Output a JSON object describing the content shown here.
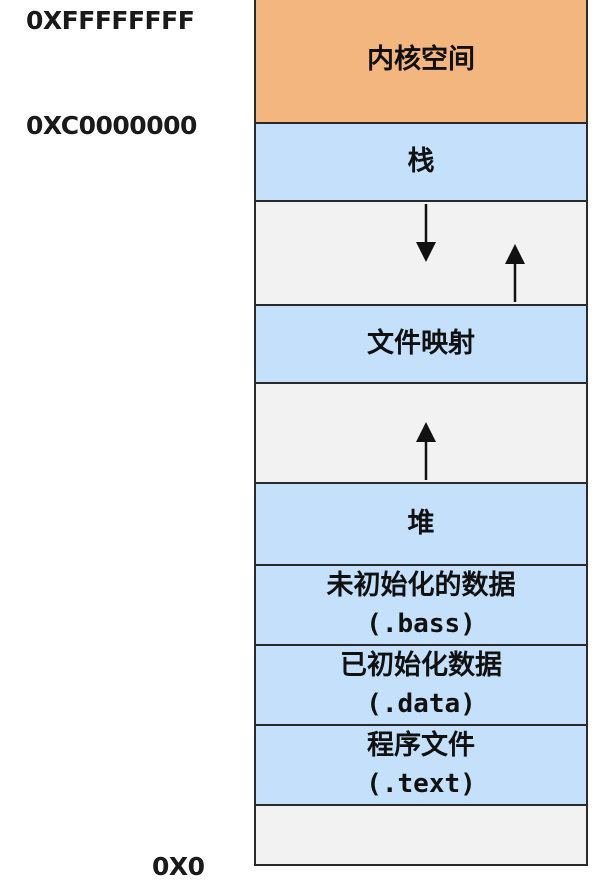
{
  "addresses": {
    "top": "0XFFFFFFFF",
    "kernel_start": "0XC0000000",
    "bottom": "0X0"
  },
  "segments": {
    "kernel": "内核空间",
    "stack": "栈",
    "mmap": "文件映射",
    "heap": "堆",
    "bss": {
      "title": "未初始化的数据",
      "section": "(.bass)"
    },
    "data": {
      "title": "已初始化数据",
      "section": "(.data)"
    },
    "text": {
      "title": "程序文件",
      "section": "(.text)"
    }
  },
  "colors": {
    "kernel": "#f4b67f",
    "segment": "#c5e0fb",
    "free": "#f2f2f2",
    "border": "#2a2a2a"
  }
}
